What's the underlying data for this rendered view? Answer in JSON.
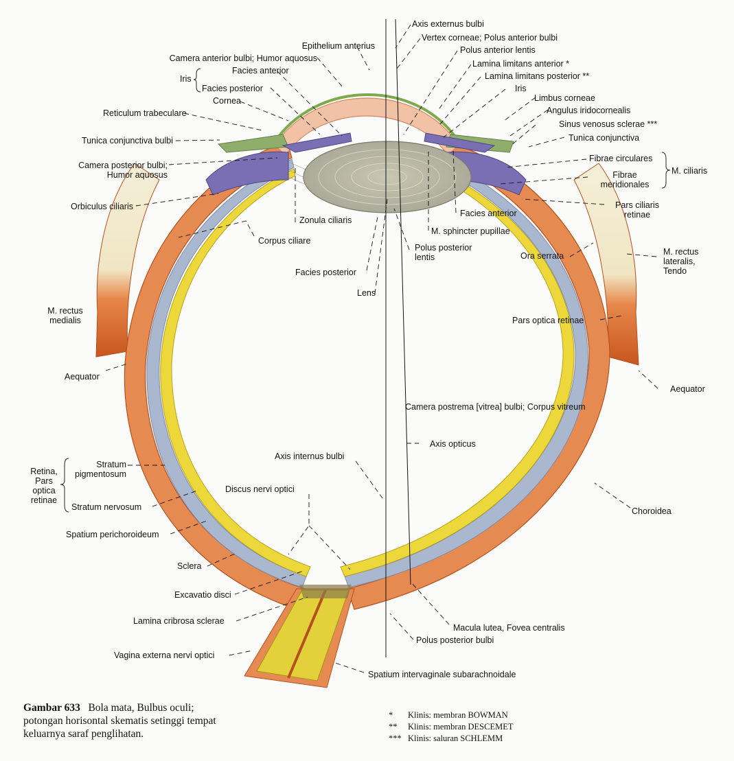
{
  "labels": {
    "axis_externus": "Axis externus bulbi",
    "vertex": "Vertex corneae; Polus anterior bulbi",
    "epithelium": "Epithelium anterius",
    "camera_anterior": "Camera anterior bulbi; Humor aquosus",
    "polus_anterior_lentis": "Polus anterior lentis",
    "lamina_ant": "Lamina limitans anterior *",
    "lamina_post": "Lamina limitans posterior **",
    "iris_group": "Iris",
    "facies_anterior_iris": "Facies anterior",
    "facies_posterior_iris": "Facies posterior",
    "iris_right": "Iris",
    "cornea": "Cornea",
    "limbus": "Limbus corneae",
    "angulus": "Angulus iridocornealis",
    "reticulum": "Reticulum trabeculare",
    "sinus": "Sinus venosus sclerae ***",
    "tunica_bulbi": "Tunica conjunctiva bulbi",
    "tunica_conj": "Tunica conjunctiva",
    "camera_posterior": "Camera posterior bulbi;",
    "humor_aquosus": "Humor aquosus",
    "fibrae_circ": "Fibrae circulares",
    "fibrae_merid_1": "Fibrae",
    "fibrae_merid_2": "meridionales",
    "m_ciliaris": "M. ciliaris",
    "orbiculus": "Orbiculus ciliaris",
    "zonula": "Zonula ciliaris",
    "facies_anterior_lens": "Facies anterior",
    "pars_ciliaris_1": "Pars ciliaris",
    "pars_ciliaris_2": "retinae",
    "m_sphincter": "M. sphincter pupillae",
    "corpus_ciliare": "Corpus ciliare",
    "polus_post_lentis_1": "Polus posterior",
    "polus_post_lentis_2": "lentis",
    "ora_serrata": "Ora serrata",
    "m_rectus_lat_1": "M. rectus",
    "m_rectus_lat_2": "lateralis,",
    "m_rectus_lat_3": "Tendo",
    "facies_posterior_lens": "Facies posterior",
    "lens": "Lens",
    "m_rectus_med_1": "M. rectus",
    "m_rectus_med_2": "medialis",
    "pars_optica": "Pars optica retinae",
    "aequator_left": "Aequator",
    "aequator_right": "Aequator",
    "camera_postrema": "Camera postrema [vitrea] bulbi; Corpus vitreum",
    "axis_opticus": "Axis opticus",
    "axis_internus": "Axis internus bulbi",
    "retina_1": "Retina,",
    "retina_2": "Pars",
    "retina_3": "optica",
    "retina_4": "retinae",
    "stratum_pig_1": "Stratum",
    "stratum_pig_2": "pigmentosum",
    "stratum_nerv": "Stratum nervosum",
    "discus": "Discus nervi optici",
    "choroidea": "Choroidea",
    "spatium_peri": "Spatium perichoroideum",
    "sclera": "Sclera",
    "excavatio": "Excavatio disci",
    "lamina_cribrosa": "Lamina cribrosa sclerae",
    "macula": "Macula lutea, Fovea centralis",
    "polus_post_bulbi": "Polus posterior bulbi",
    "vagina": "Vagina externa nervi optici",
    "spatium_inter": "Spatium intervaginale subarachnoidale"
  },
  "caption": {
    "title": "Gambar 633",
    "line1": "Bola mata, Bulbus oculi;",
    "line2": "potongan horisontal skematis setinggi tempat",
    "line3": "keluarnya saraf penglihatan."
  },
  "notes": [
    {
      "mark": "*",
      "text": "Klinis: membran BOWMAN"
    },
    {
      "mark": "**",
      "text": "Klinis: membran DESCEMET"
    },
    {
      "mark": "***",
      "text": "Klinis: saluran SCHLEMM"
    }
  ]
}
